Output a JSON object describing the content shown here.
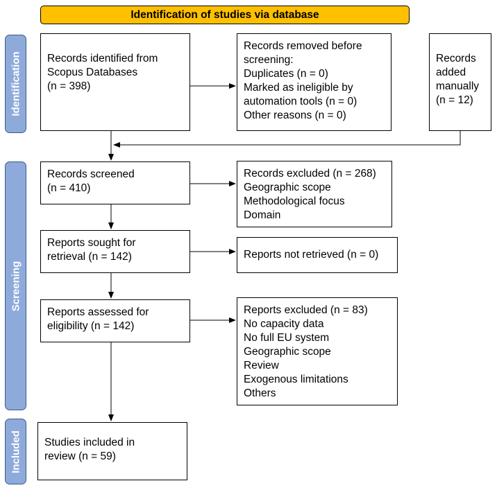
{
  "header": {
    "title": "Identification of studies via database"
  },
  "colors": {
    "header_fill": "#FFC000",
    "phase_fill": "#8EAADB",
    "phase_border": "#3A5A86"
  },
  "phases": {
    "identification": "Identification",
    "screening": "Screening",
    "included": "Included"
  },
  "boxes": {
    "records_identified": [
      "Records identified from",
      "Scopus Databases",
      "(n = 398)"
    ],
    "records_removed": [
      "Records removed before",
      "screening:",
      "Duplicates (n = 0)",
      "Marked as ineligible by",
      "automation tools (n = 0)",
      "Other reasons (n = 0)"
    ],
    "records_added": [
      "Records",
      "added",
      "manually",
      "(n = 12)"
    ],
    "records_screened": [
      "Records screened",
      "(n = 410)"
    ],
    "records_excluded": [
      "Records excluded (n = 268)",
      "Geographic scope",
      "Methodological focus",
      "Domain"
    ],
    "reports_sought": [
      "Reports sought for",
      "retrieval (n = 142)"
    ],
    "reports_not_retrieved": [
      "Reports not retrieved (n = 0)"
    ],
    "reports_assessed": [
      "Reports assessed for",
      "eligibility (n = 142)"
    ],
    "reports_excluded": [
      "Reports excluded (n = 83)",
      "No capacity data",
      "No full EU system",
      "Geographic scope",
      "Review",
      "Exogenous limitations",
      "Others"
    ],
    "studies_included": [
      "Studies included in",
      "review (n = 59)"
    ]
  }
}
